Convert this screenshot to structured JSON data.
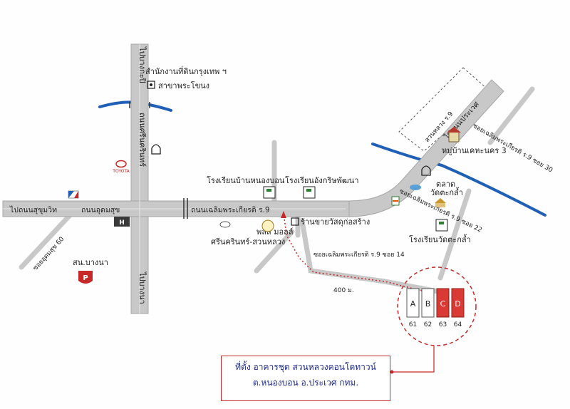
{
  "colors": {
    "road": "#c8c8c8",
    "road_edge": "#a6a6a6",
    "canal": "#1f5fb5",
    "route": "#c62828",
    "highlight_building": "#d93a34"
  },
  "roads": {
    "north_label": "ไปบางกะปิ",
    "srinagarindra": "ถนนศรีนครินทร์",
    "south_label": "ไปบางนา",
    "west_label": "ไปถนนสุขุมวิท",
    "udomsuk": "ถนนอุดมสุข",
    "chalerm_pra_kiat": "ถนนเฉลิมพระเกียรติ ร.9",
    "to_prawet": "ไปถนนประเวศ",
    "soi_udomsuk_60": "ซอยอุดมสุข 60",
    "soi_30": "ซอยเฉลิมพระเกียรติ ร.9 ซอย 30",
    "soi_22": "ซอยเฉลิมพระเกียรติ ร.9 ซอย 22",
    "soi_14": "ซอยเฉลิมพระเกียรติ ร.9 ซอย 14",
    "suan_luang": "สวนหลวง ร.9"
  },
  "landmarks": {
    "land_office_1": "สำนักงานที่ดินกรุงเทพ ฯ",
    "land_office_2": "สาขาพระโขนง",
    "school_nong_bon": "โรงเรียนบ้านหนองบอน",
    "school_angkrit": "โรงเรียนอังกริษพัฒนา",
    "school_wat_kala": "โรงเรียนวัดตะกล้ำ",
    "village": "หมู่บ้านเคหะนคร 3",
    "market": "ตลาด",
    "wat_kala": "วัดตะกล้ำ",
    "plus_mall_1": "พลัส มอลล์",
    "plus_mall_2": "ศรีนครินทร์-สวนหลวง",
    "shop": "ร้านขายวัสดุก่อสร้าง",
    "police_station": "สน.บางนา",
    "distance": "400 ม."
  },
  "buildings": [
    {
      "label": "A",
      "number": "61",
      "highlight": false
    },
    {
      "label": "B",
      "number": "62",
      "highlight": false
    },
    {
      "label": "C",
      "number": "63",
      "highlight": true
    },
    {
      "label": "D",
      "number": "64",
      "highlight": true
    }
  ],
  "icons": {
    "toyota": "TOYOTA",
    "honda": "H"
  },
  "caption": {
    "line1": "ที่ตั้ง อาคารชุด สวนหลวงคอนโดทาวน์",
    "line2": "ต.หนองบอน อ.ประเวศ กทม."
  }
}
